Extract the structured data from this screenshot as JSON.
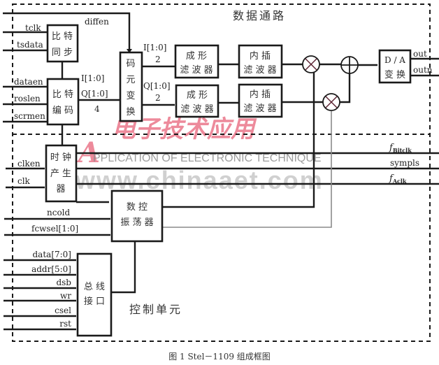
{
  "caption": "图 1  Stel－1109 组成框图",
  "regions": {
    "datapath_title": "数据通路",
    "control_title": "控制单元"
  },
  "watermark": {
    "logo_letter": "A",
    "cn_text": "电子技术应用",
    "en_text": "PPLICATION OF ELECTRONIC TECHNIQUE",
    "url": "www.chinaaet.com"
  },
  "blocks": {
    "bit_sync": [
      "比 特",
      "同 步"
    ],
    "bit_encode": [
      "比 特",
      "编 码"
    ],
    "symbol_map": [
      "码",
      "元",
      "变",
      "换"
    ],
    "shaping_filter_i": [
      "成 形",
      "滤 波 器"
    ],
    "shaping_filter_q": [
      "成 形",
      "滤 波 器"
    ],
    "interp_filter_i": [
      "内 插",
      "滤 波 器"
    ],
    "interp_filter_q": [
      "内 插",
      "滤 波 器"
    ],
    "dac": [
      "D / A",
      "变 换"
    ],
    "clock_gen": [
      "时 钟",
      "产 生",
      "器"
    ],
    "nco": [
      "数 控",
      "振 荡 器"
    ],
    "bus_if": [
      "总 线",
      "接 口"
    ]
  },
  "signals": {
    "diffen": "diffen",
    "tclk": "tclk",
    "tsdata": "tsdata",
    "dataen": "dataen",
    "roslen": "roslen",
    "scrmen": "scrmen",
    "enc_bus_i": "I[1:0]",
    "enc_bus_q": "Q[1:0]",
    "enc_bus_width": "4",
    "i_bus": "I[1:0]",
    "i_width": "2",
    "q_bus": "Q[1:0]",
    "q_width": "2",
    "out": "out",
    "outn": "outn",
    "clken": "clken",
    "clk": "clk",
    "f_bitclk_main": "f",
    "f_bitclk_sub": "Bitclk",
    "sympls": "sympls",
    "f_aclk_main": "f",
    "f_aclk_sub": "Aclk",
    "ncold": "ncold",
    "fcwsel": "fcwsel[1:0]",
    "data": "data[7:0]",
    "addr": "addr[5:0]",
    "dsb": "dsb",
    "wr": "wr",
    "csel": "csel",
    "rst": "rst"
  },
  "operators": {
    "mixer_i": "multiply",
    "mixer_q": "multiply",
    "adder": "add"
  }
}
